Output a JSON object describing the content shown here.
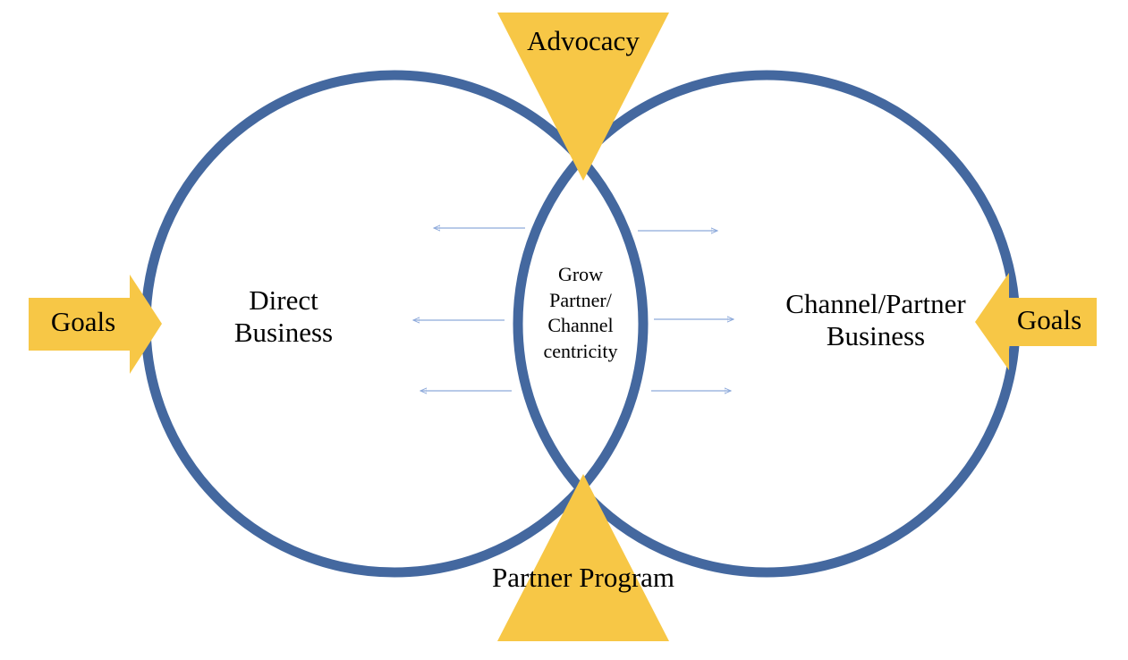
{
  "colors": {
    "circle_stroke": "#44689f",
    "shape_fill": "#f7c746",
    "arrow_line": "#8eaadb",
    "text": "#000000"
  },
  "diagram": {
    "left_circle_label": [
      "Direct",
      "Business"
    ],
    "right_circle_label": [
      "Channel/Partner",
      "Business"
    ],
    "overlap_label": [
      "Grow",
      "Partner/",
      "Channel",
      "centricity"
    ],
    "top_triangle_label": "Advocacy",
    "bottom_triangle_label": "Partner Program",
    "left_arrow_label": "Goals",
    "right_arrow_label": "Goals"
  }
}
